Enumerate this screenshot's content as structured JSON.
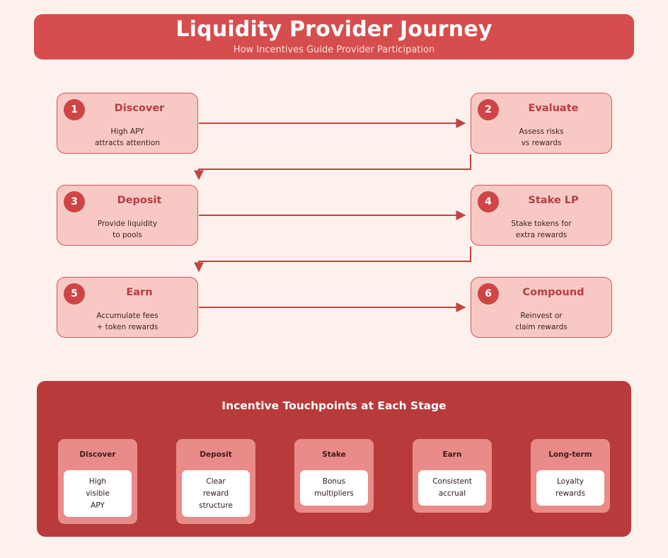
{
  "header": {
    "title": "Liquidity Provider Journey",
    "subtitle": "How Incentives Guide Provider Participation"
  },
  "theme": {
    "background": "#fdf1ee",
    "banner_bg": "#d64d4d",
    "step_bg": "#f8c9c4",
    "step_border": "#d9534f",
    "badge_bg": "#cf4444",
    "step_title_color": "#b93b43",
    "panel_bg": "#b83a3a",
    "card_bg": "#e98b89",
    "card_body_bg": "#ffffff",
    "connector_color": "#c0443f"
  },
  "journey": {
    "steps": [
      {
        "number": "1",
        "title": "Discover",
        "desc_lines": [
          "High APY",
          "attracts attention"
        ]
      },
      {
        "number": "2",
        "title": "Evaluate",
        "desc_lines": [
          "Assess risks",
          "vs rewards"
        ]
      },
      {
        "number": "3",
        "title": "Deposit",
        "desc_lines": [
          "Provide liquidity",
          "to pools"
        ]
      },
      {
        "number": "4",
        "title": "Stake LP",
        "desc_lines": [
          "Stake tokens for",
          "extra rewards"
        ]
      },
      {
        "number": "5",
        "title": "Earn",
        "desc_lines": [
          "Accumulate fees",
          "+ token rewards"
        ]
      },
      {
        "number": "6",
        "title": "Compound",
        "desc_lines": [
          "Reinvest or",
          "claim rewards"
        ]
      }
    ]
  },
  "touchpoints": {
    "heading": "Incentive Touchpoints at Each Stage",
    "cards": [
      {
        "title": "Discover",
        "body_lines": [
          "High",
          "visible",
          "APY"
        ]
      },
      {
        "title": "Deposit",
        "body_lines": [
          "Clear",
          "reward",
          "structure"
        ]
      },
      {
        "title": "Stake",
        "body_lines": [
          "Bonus",
          "multipliers"
        ]
      },
      {
        "title": "Earn",
        "body_lines": [
          "Consistent",
          "accrual"
        ]
      },
      {
        "title": "Long-term",
        "body_lines": [
          "Loyalty",
          "rewards"
        ]
      }
    ]
  }
}
